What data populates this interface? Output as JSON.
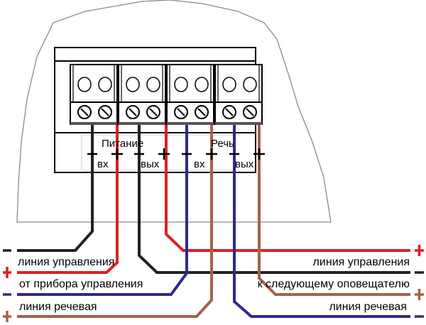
{
  "colors": {
    "black": "#222222",
    "red": "#e01e24",
    "blue": "#2e2a8c",
    "brown": "#a8614a"
  },
  "terminal_labels": {
    "power": "Питание",
    "speech": "Речь",
    "in": "вх",
    "out": "вых",
    "minus": "-",
    "plus": "+"
  },
  "left_lines": [
    {
      "sign": "-",
      "color": "black"
    },
    {
      "sign": "+",
      "color": "red"
    },
    {
      "sign": "-",
      "color": "blue"
    },
    {
      "sign": "+",
      "color": "brown"
    }
  ],
  "left_texts": {
    "control_line": "линия управления",
    "from_device": "от прибора управления",
    "speech_line": "линия речевая"
  },
  "right_lines": [
    {
      "sign": "+",
      "color": "red"
    },
    {
      "sign": "-",
      "color": "black"
    },
    {
      "sign": "+",
      "color": "brown"
    },
    {
      "sign": "-",
      "color": "blue"
    }
  ],
  "right_texts": {
    "control_line": "линия управления",
    "to_next": "к следующему оповещателю",
    "speech_line": "линия речевая"
  }
}
